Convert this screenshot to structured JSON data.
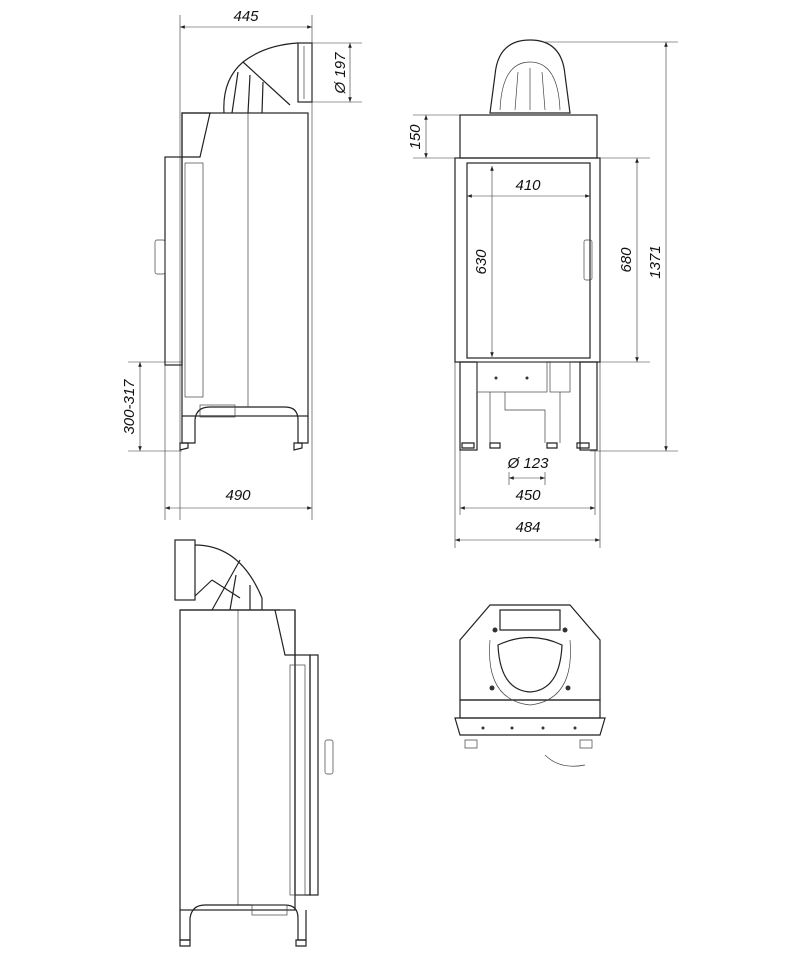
{
  "dimensions": {
    "side_top_depth": "445",
    "flue_diameter": "Ø 197",
    "feet_height": "300-317",
    "side_total_depth": "490",
    "hood_height": "150",
    "glass_width": "410",
    "glass_height": "630",
    "door_height": "680",
    "total_height": "1371",
    "air_inlet_diameter": "Ø 123",
    "base_width": "450",
    "total_width": "484"
  }
}
